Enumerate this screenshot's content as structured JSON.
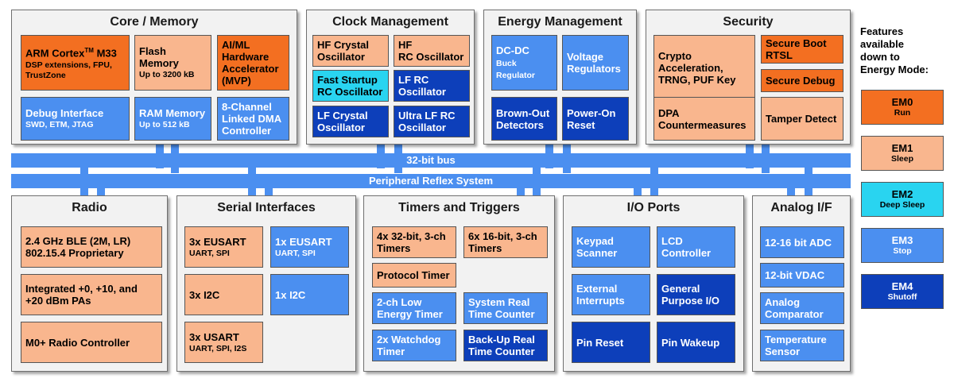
{
  "core": {
    "title": "Core / Memory",
    "arm": {
      "name": "ARM Cortex",
      "tm": "TM",
      "model": " M33",
      "sub": "DSP extensions, FPU, TrustZone"
    },
    "flash": {
      "label": "Flash\nMemory",
      "sub": "Up to 3200 kB"
    },
    "aiml": {
      "label": "AI/ML\nHardware\nAccelerator\n(MVP)"
    },
    "debug": {
      "label": "Debug Interface",
      "sub": "SWD, ETM, JTAG"
    },
    "ram": {
      "label": "RAM Memory",
      "sub": "Up to 512 kB"
    },
    "dma": {
      "label": "8-Channel\nLinked DMA\nController"
    }
  },
  "clock": {
    "title": "Clock Management",
    "hfxo": "HF Crystal\nOscillator",
    "hfrco": "HF\nRC Oscillator",
    "fsrco": "Fast Startup\nRC Oscillator",
    "lfrco": "LF RC\nOscillator",
    "lfxo": "LF Crystal\nOscillator",
    "ulfrco": "Ultra LF RC\nOscillator"
  },
  "energy": {
    "title": "Energy Management",
    "dcdc": {
      "label": "DC-DC",
      "label2": "Buck",
      "sub": "Regulator"
    },
    "vreg": "Voltage\nRegulators",
    "bod": "Brown-Out\nDetectors",
    "por": "Power-On\nReset"
  },
  "security": {
    "title": "Security",
    "crypto": "Crypto\nAcceleration,\nTRNG, PUF Key",
    "secboot": "Secure Boot\nRTSL",
    "secdebug": "Secure Debug",
    "dpa": "DPA\nCountermeasures",
    "tamper": "Tamper Detect"
  },
  "bus": {
    "label": "32-bit bus",
    "prs": "Peripheral Reflex System"
  },
  "radio": {
    "title": "Radio",
    "ble": "2.4 GHz BLE (2M, LR)\n802.15.4 Proprietary",
    "pa": "Integrated +0,  +10, and\n+20 dBm PAs",
    "m0": "M0+ Radio Controller"
  },
  "serial": {
    "title": "Serial Interfaces",
    "eusart3": {
      "label": "3x EUSART",
      "sub": "UART, SPI"
    },
    "eusart1": {
      "label": "1x EUSART",
      "sub": "UART, SPI"
    },
    "i2c3": "3x I2C",
    "i2c1": "1x I2C",
    "usart3": {
      "label": "3x USART",
      "sub": "UART, SPI, I2S"
    }
  },
  "timers": {
    "title": "Timers and Triggers",
    "t32": "4x 32-bit, 3-ch\nTimers",
    "t16": "6x 16-bit, 3-ch\nTimers",
    "proto": "Protocol Timer",
    "letimer": "2-ch Low\nEnergy Timer",
    "sysrtc": "System Real\nTime Counter",
    "wdog": "2x Watchdog\nTimer",
    "burtc": "Back-Up Real\nTime Counter"
  },
  "io": {
    "title": "I/O Ports",
    "keypad": "Keypad\nScanner",
    "lcd": "LCD\nController",
    "extint": "External\nInterrupts",
    "gpio": "General\nPurpose I/O",
    "pinreset": "Pin Reset",
    "pinwakeup": "Pin Wakeup"
  },
  "analog": {
    "title": "Analog I/F",
    "adc": "12-16 bit ADC",
    "vdac": "12-bit VDAC",
    "acmp": "Analog\nComparator",
    "temp": "Temperature\nSensor"
  },
  "legend": {
    "heading": "Features\navailable\ndown to\nEnergy Mode:",
    "modes": [
      {
        "code": "EM0",
        "name": "Run",
        "color": "#f36f21"
      },
      {
        "code": "EM1",
        "name": "Sleep",
        "color": "#f9b68e"
      },
      {
        "code": "EM2",
        "name": "Deep Sleep",
        "color": "#29d4f0"
      },
      {
        "code": "EM3",
        "name": "Stop",
        "color": "#4b8ff0"
      },
      {
        "code": "EM4",
        "name": "Shutoff",
        "color": "#0d3fba"
      }
    ]
  }
}
